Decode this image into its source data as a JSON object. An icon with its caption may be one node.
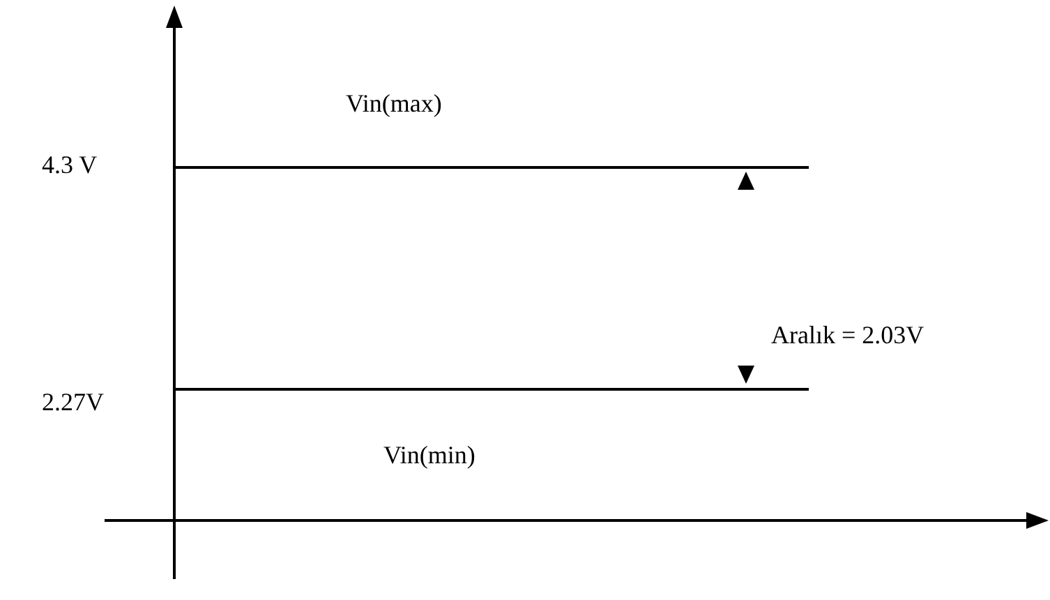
{
  "diagram": {
    "labels": [
      "Vin(max)",
      "4.3 V",
      "Aralık = 2.03V",
      "2.27V",
      "Vin(min)"
    ]
  }
}
